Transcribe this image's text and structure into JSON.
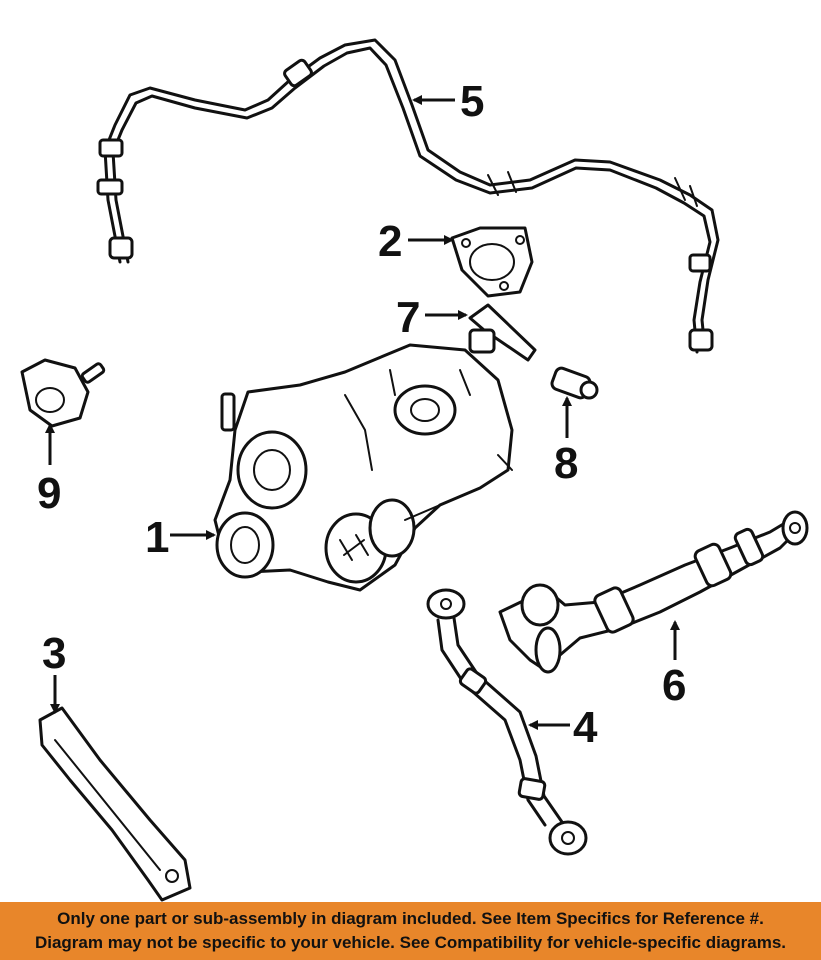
{
  "diagram": {
    "callouts": [
      "1",
      "2",
      "3",
      "4",
      "5",
      "6",
      "7",
      "8",
      "9"
    ]
  },
  "notice": {
    "line1": "Only one part or sub-assembly in diagram included. See Item Specifics for Reference #.",
    "line2": "Diagram may not be specific to your vehicle. See Compatibility for vehicle-specific diagrams."
  },
  "colors": {
    "banner": "#e8862a",
    "ink": "#111111",
    "background": "#ffffff"
  }
}
